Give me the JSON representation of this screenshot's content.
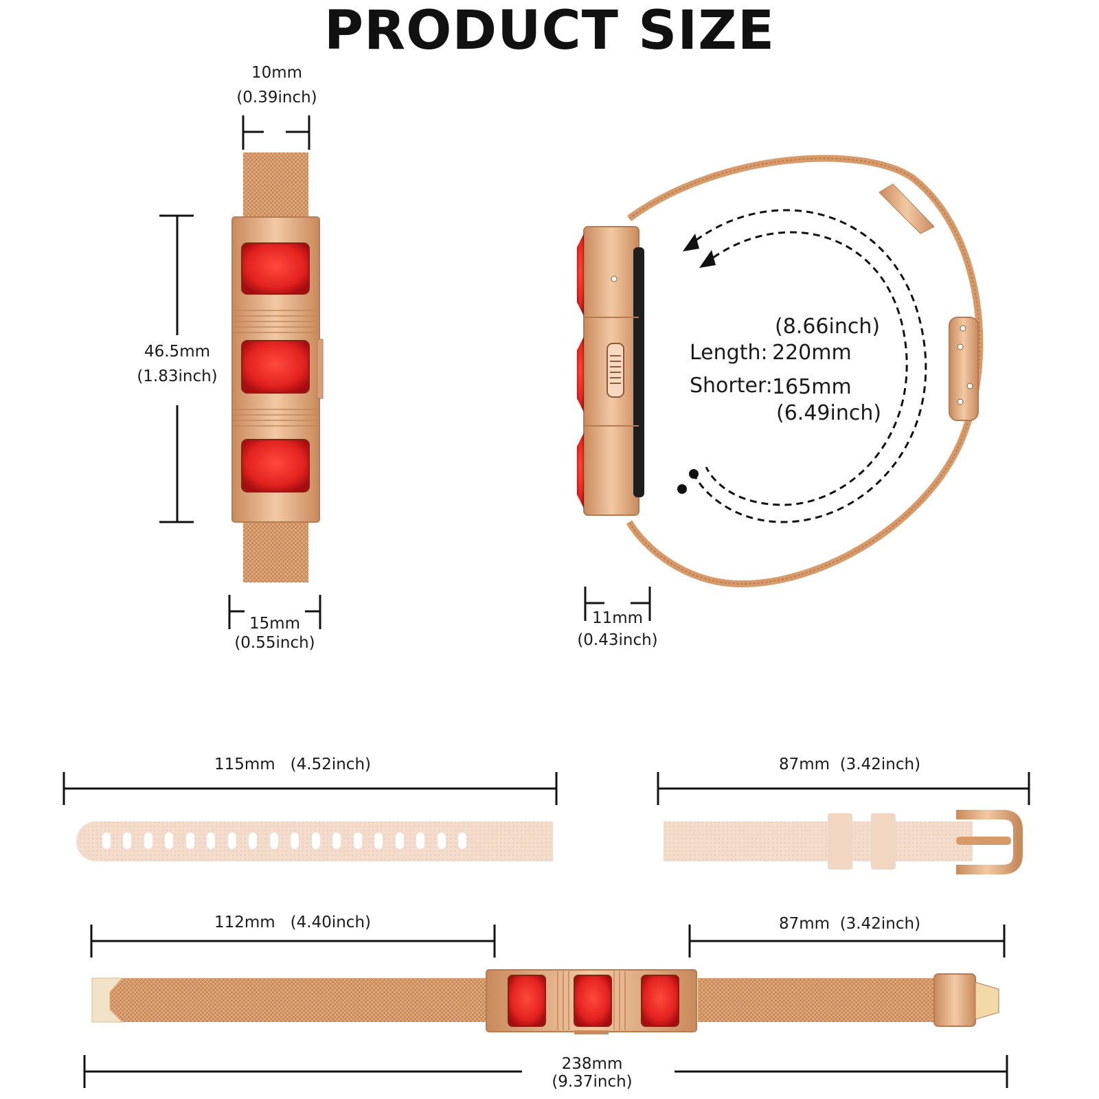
{
  "title": "PRODUCT SIZE",
  "colors": {
    "rose_gold": "#d99a6a",
    "rose_gold_dark": "#b87a4e",
    "gem_red": "#e3221f",
    "silicone": "#f3dccb"
  },
  "front_view": {
    "top_width": {
      "mm": "10mm",
      "inch": "(0.39inch)"
    },
    "height": {
      "mm": "46.5mm",
      "inch": "(1.83inch)"
    },
    "bottom_width": {
      "mm": "15mm",
      "inch": "(0.55inch)"
    }
  },
  "side_view": {
    "thickness": {
      "mm": "11mm",
      "inch": "(0.43inch)"
    },
    "length_label": "Length:",
    "length_mm": "220mm",
    "length_inch": "(8.66inch)",
    "shorter_label": "Shorter:",
    "shorter_mm": "165mm",
    "shorter_inch": "(6.49inch)"
  },
  "silicone_strap": {
    "left": {
      "mm": "115mm",
      "inch": "(4.52inch)"
    },
    "right": {
      "mm": "87mm",
      "inch": "(3.42inch)"
    }
  },
  "mesh_strap": {
    "left": {
      "mm": "112mm",
      "inch": "(4.40inch)"
    },
    "right": {
      "mm": "87mm",
      "inch": "(3.42inch)"
    },
    "total": {
      "mm": "238mm",
      "inch": "(9.37inch)"
    }
  }
}
